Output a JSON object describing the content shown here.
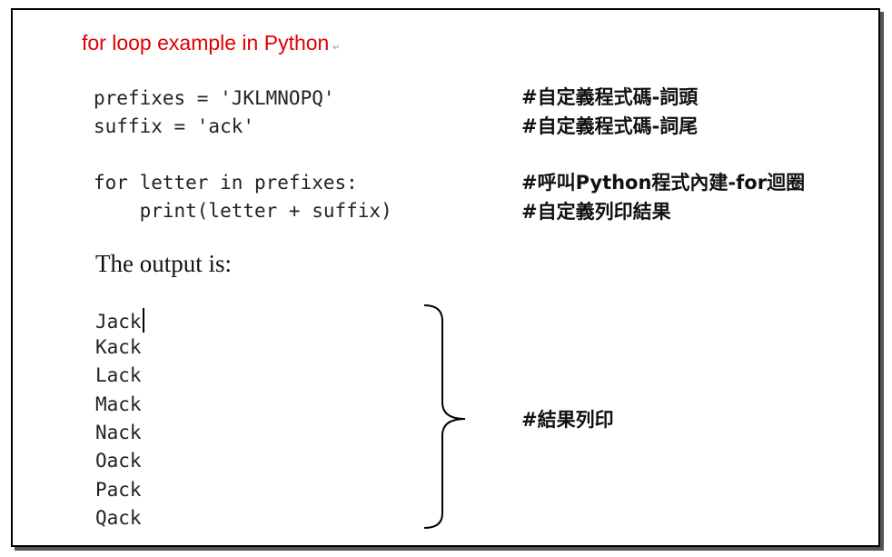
{
  "title": "for loop example in Python",
  "paragraph_mark": "↵",
  "code_lines": [
    "prefixes = 'JKLMNOPQ'",
    "suffix = 'ack'",
    "for letter in prefixes:",
    "    print(letter + suffix)"
  ],
  "comments": [
    "#自定義程式碼-詞頭",
    "#自定義程式碼-詞尾",
    "#呼叫Python程式內建-for迴圈",
    "#自定義列印結果"
  ],
  "output_label": "The output is:",
  "output_lines": [
    "Jack",
    "Kack",
    "Lack",
    "Mack",
    "Nack",
    "Oack",
    "Pack",
    "Qack"
  ],
  "brace_comment": "#結果列印"
}
